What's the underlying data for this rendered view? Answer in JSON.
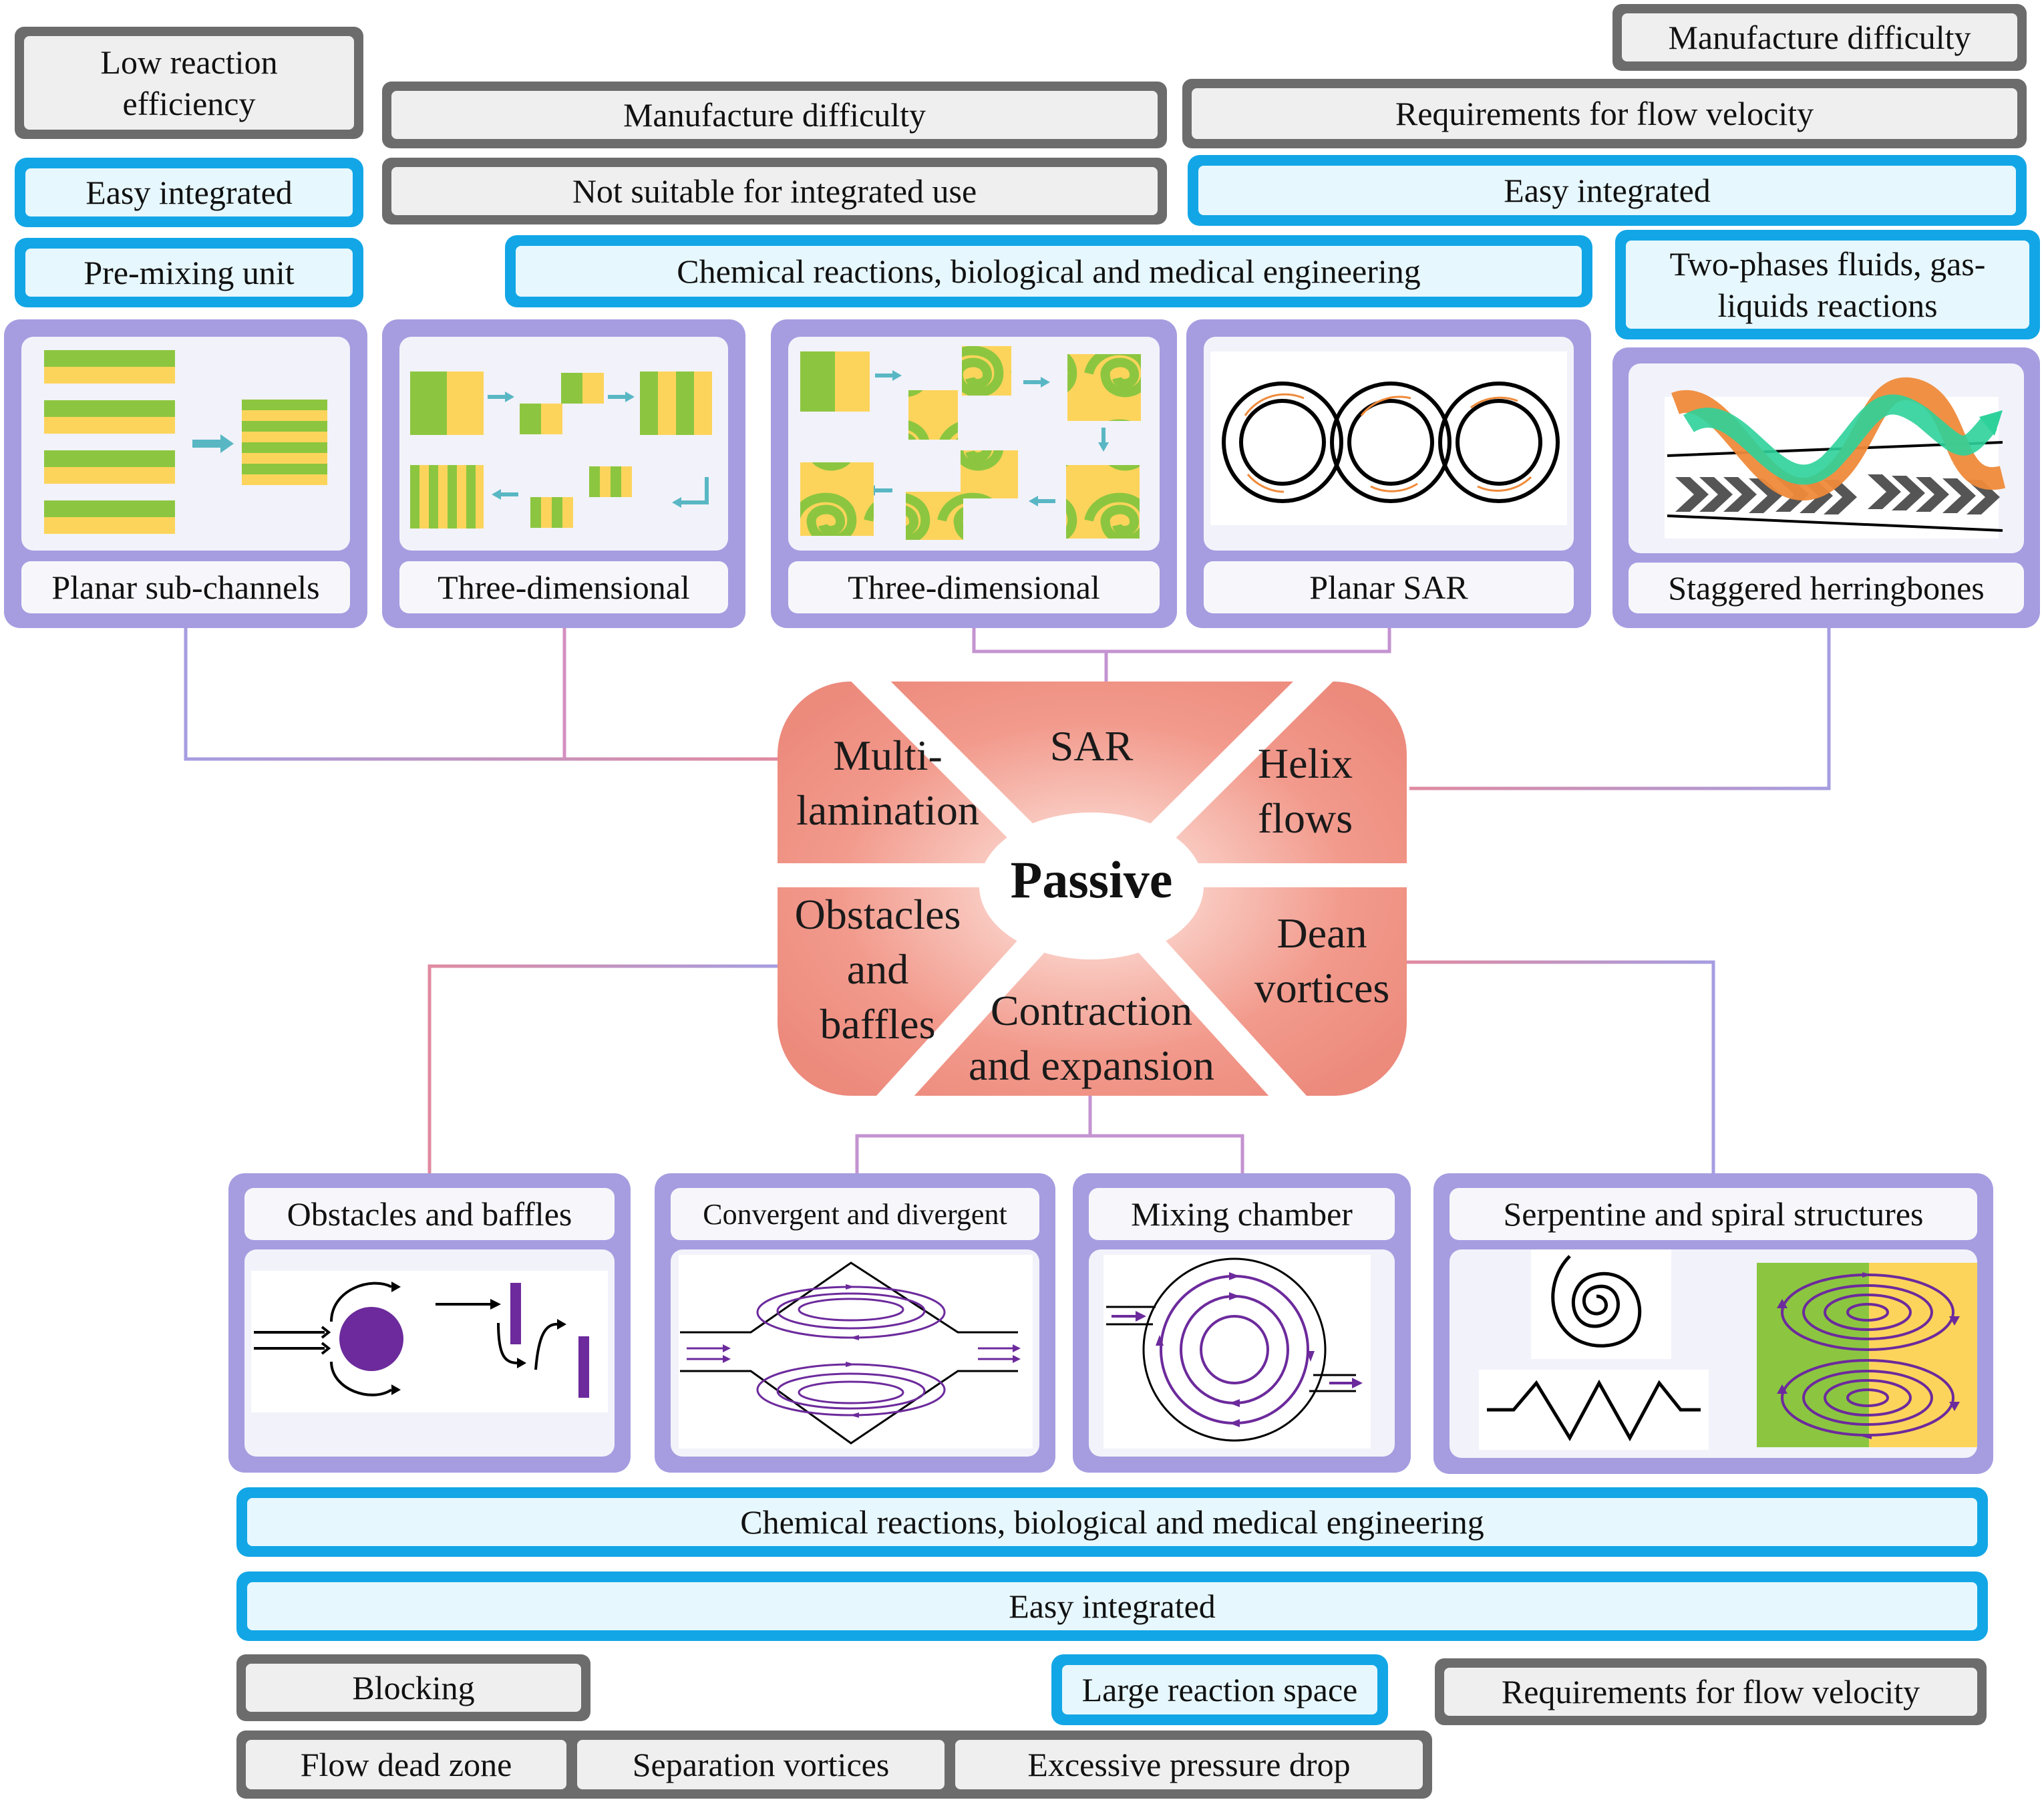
{
  "center": {
    "title": "Passive",
    "sectors": {
      "multi": "Multi-\nlamination",
      "sar": "SAR",
      "helix": "Helix\nflows",
      "obstacles": "Obstacles\nand\nbaffles",
      "contraction": "Contraction\nand expansion",
      "dean": "Dean\nvortices"
    }
  },
  "top_panels": [
    {
      "label": "Planar sub-channels"
    },
    {
      "label": "Three-dimensional"
    },
    {
      "label": "Three-dimensional"
    },
    {
      "label": "Planar SAR"
    },
    {
      "label": "Staggered herringbones"
    }
  ],
  "bottom_panels": [
    {
      "label": "Obstacles and baffles"
    },
    {
      "label": "Convergent and divergent"
    },
    {
      "label": "Mixing chamber"
    },
    {
      "label": "Serpentine and spiral structures"
    }
  ],
  "top_tags": {
    "low_eff": "Low reaction\nefficiency",
    "easy_left": "Easy integrated",
    "premix": "Pre-mixing unit",
    "manuf_mid": "Manufacture difficulty",
    "not_suitable": "Not suitable for integrated use",
    "chem_top": "Chemical reactions, biological and medical engineering",
    "manuf_right": "Manufacture difficulty",
    "req_top": "Requirements for flow velocity",
    "easy_right": "Easy integrated",
    "two_phase": "Two-phases fluids, gas-\nliquids reactions"
  },
  "bottom_tags": {
    "chem_bottom": "Chemical reactions, biological and medical engineering",
    "easy_bottom": "Easy integrated",
    "blocking": "Blocking",
    "large_space": "Large reaction space",
    "req_bottom": "Requirements for flow velocity",
    "dead_zone": "Flow dead zone",
    "sep_vortices": "Separation vortices",
    "pressure_drop": "Excessive pressure drop"
  },
  "colors": {
    "gray_border": "#6c6c6c",
    "blue_border": "#12a6e6",
    "panel_border": "#a59de0",
    "sector_fill": "#ef8c80",
    "green": "#8cc640",
    "yellow": "#fdd45b",
    "purple": "#6c2a9c",
    "arrow_teal": "#59b7c4"
  }
}
